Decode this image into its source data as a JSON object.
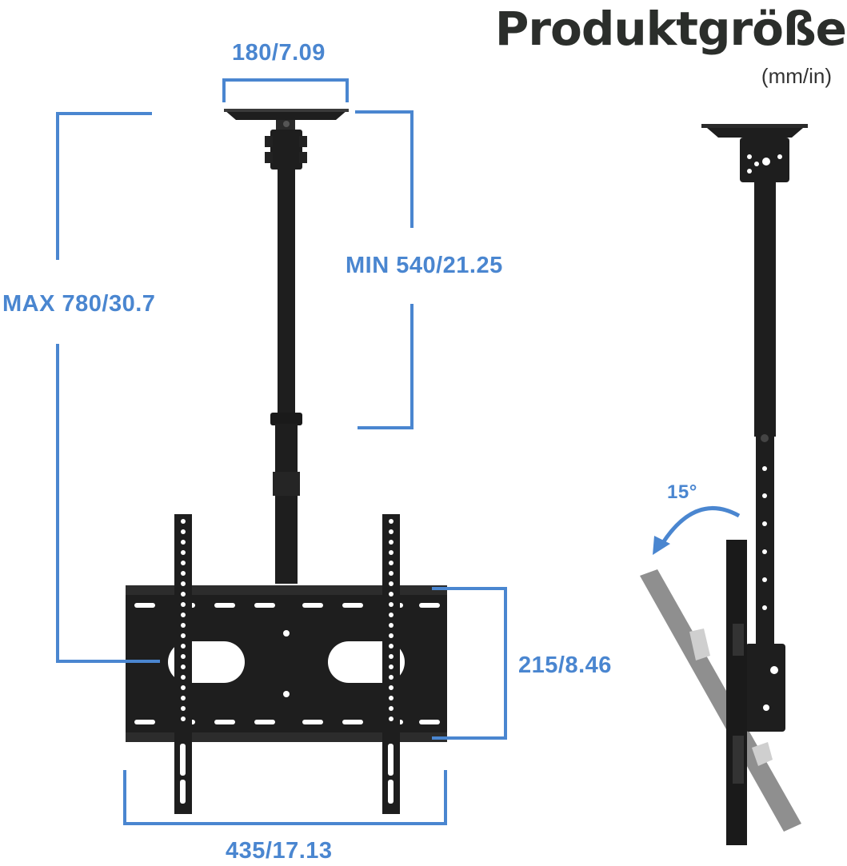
{
  "header": {
    "title": "Produktgröße",
    "units": "(mm/in)"
  },
  "dimensions": {
    "top_plate_width": "180/7.09",
    "min_height": "MIN 540/21.25",
    "max_height": "MAX 780/30.7",
    "bracket_height": "215/8.46",
    "bracket_width": "435/17.13",
    "tilt_angle": "15°"
  },
  "colors": {
    "dimension_line": "#4a86d0",
    "mount_metal": "#1e1e1e",
    "tilted_panel": "#8f8f8f",
    "title_text": "#2b2e2b"
  }
}
